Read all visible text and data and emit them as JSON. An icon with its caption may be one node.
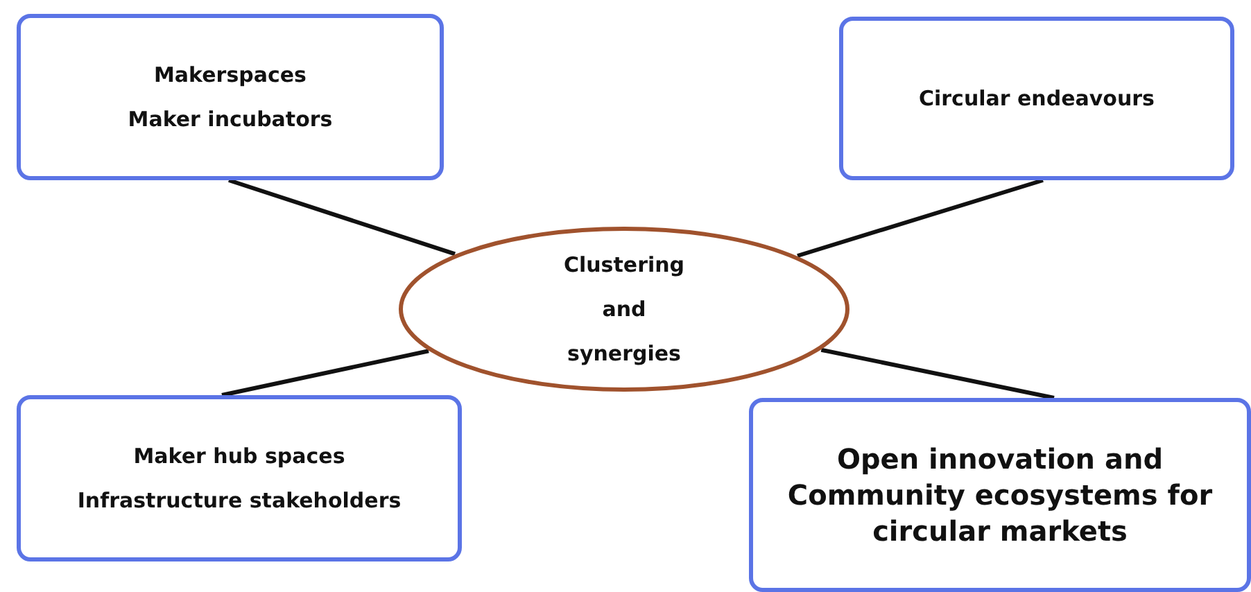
{
  "diagram": {
    "nodes": [
      {
        "text": [
          "Makerspaces",
          "Maker incubators"
        ]
      },
      {
        "text": [
          "Circular endeavours"
        ]
      },
      {
        "text": [
          "Clustering and synergies"
        ]
      },
      {
        "text": [
          "Maker hub spaces",
          "Infrastructure stakeholders"
        ]
      },
      {
        "text": [
          "Open innovation and Community ecosystems for circular markets"
        ]
      }
    ],
    "edges": [
      {
        "from": 0,
        "to": 2,
        "arrow": "none"
      },
      {
        "from": 1,
        "to": 2,
        "arrow": "none"
      },
      {
        "from": 3,
        "to": 2,
        "arrow": "none"
      },
      {
        "from": 4,
        "to": 2,
        "arrow": "none"
      }
    ]
  }
}
